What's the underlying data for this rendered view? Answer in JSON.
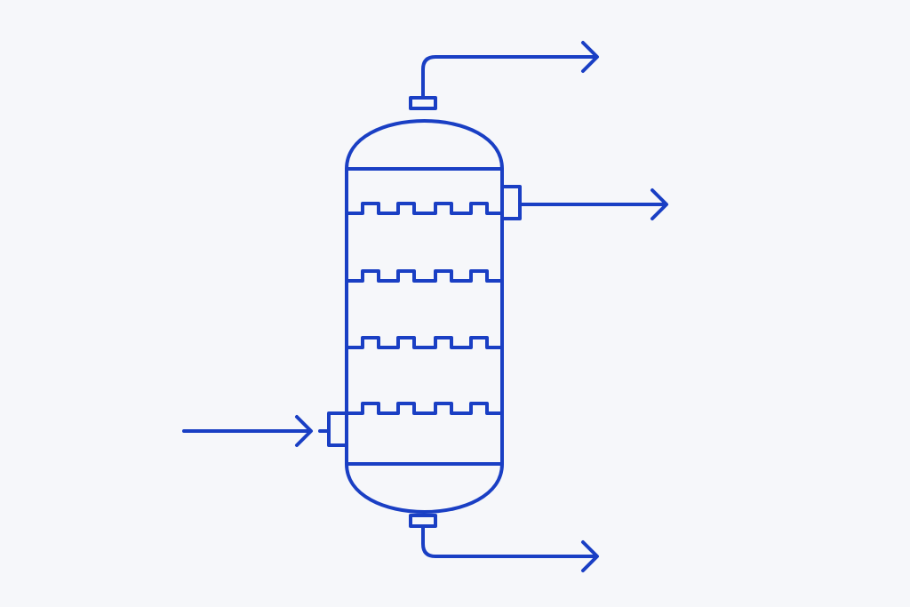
{
  "diagram": {
    "type": "distillation-column",
    "colors": {
      "background": "#f6f7fa",
      "stroke": "#1a3fc4"
    },
    "trays": 4,
    "streams": [
      {
        "role": "feed",
        "direction": "in",
        "side": "left"
      },
      {
        "role": "overhead-vapor",
        "direction": "out",
        "side": "top-right"
      },
      {
        "role": "side-draw",
        "direction": "out",
        "side": "right"
      },
      {
        "role": "bottoms",
        "direction": "out",
        "side": "bottom-right"
      }
    ],
    "icons": [
      "flow-arrow-icon"
    ]
  }
}
